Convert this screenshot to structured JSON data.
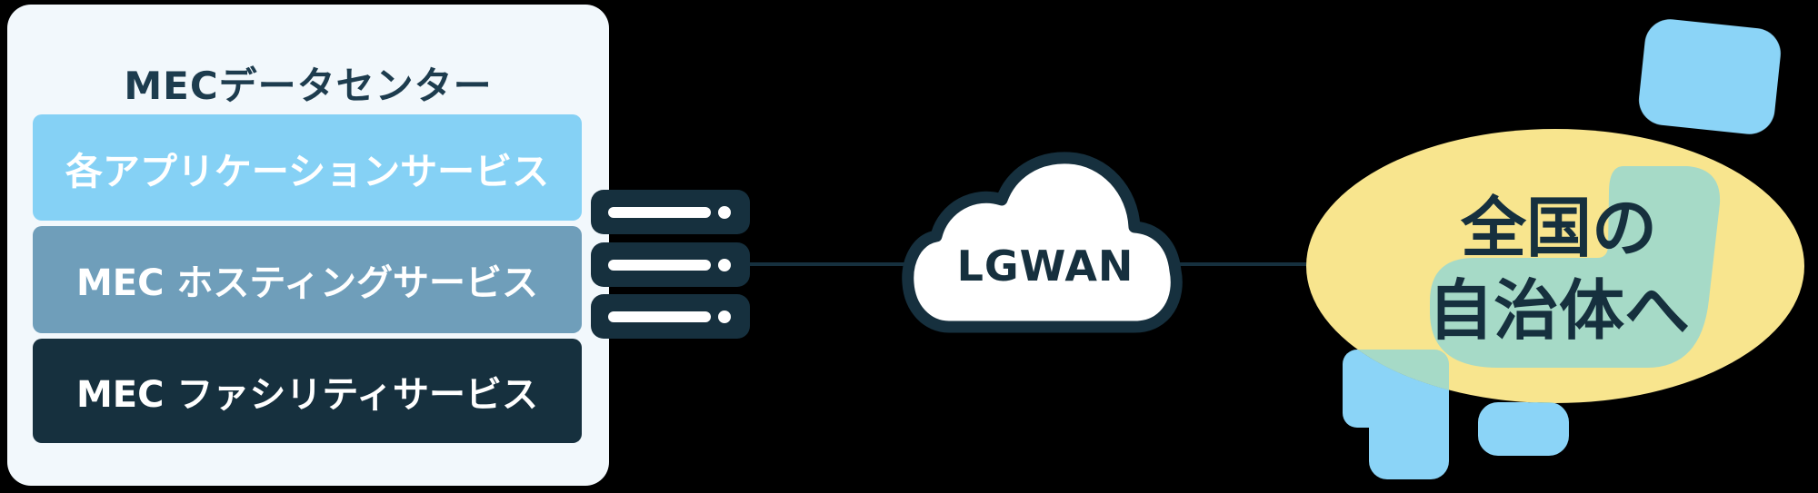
{
  "background_color": "#000000",
  "palette": {
    "card_background": "#f2f8fc",
    "dark_navy": "#16303e",
    "title_navy": "#1d3c4e",
    "service_light_blue": "#85d1f5",
    "service_steel_blue": "#6f9eba",
    "service_dark_navy": "#16303e",
    "service_text": "#ffffff",
    "map_yellow": "#f8e58e",
    "map_teal": "#a6dac7",
    "map_light_blue": "#8bd4f7"
  },
  "datacenter": {
    "title": "MECデータセンター",
    "services": [
      {
        "label": "各アプリケーションサービス",
        "color": "#85d1f5"
      },
      {
        "label": "MEC ホスティングサービス",
        "color": "#6f9eba"
      },
      {
        "label": "MEC ファシリティサービス",
        "color": "#16303e"
      }
    ]
  },
  "network": {
    "cloud_label": "LGWAN"
  },
  "destination": {
    "line1": "全国の",
    "line2": "自治体へ"
  },
  "icons": {
    "server": "server-stack-icon",
    "cloud": "cloud-icon",
    "map": "japan-map-shapes"
  }
}
